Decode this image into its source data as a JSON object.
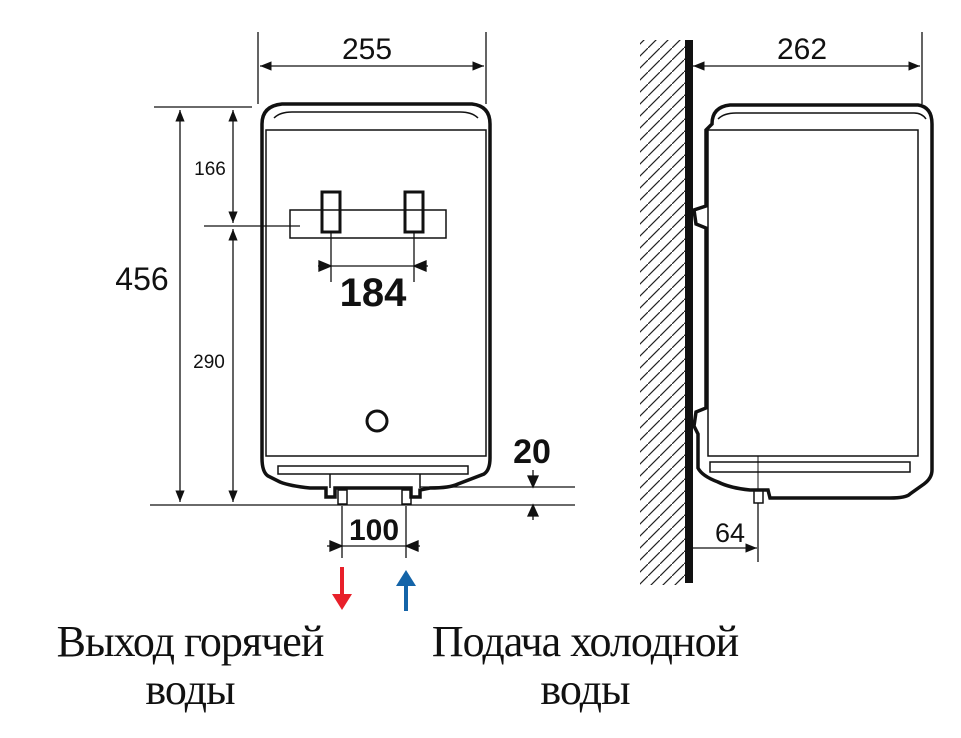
{
  "dimensions": {
    "width_front": "255",
    "width_side": "262",
    "total_height": "456",
    "top_to_mount": "166",
    "mount_to_bottom": "290",
    "mount_spacing": "184",
    "pipe_length": "20",
    "pipe_spacing": "100",
    "wall_to_pipe": "64"
  },
  "labels": {
    "hot_line1": "Выход горячей",
    "hot_line2": "воды",
    "cold_line1": "Подача холодной",
    "cold_line2": "воды"
  },
  "colors": {
    "hot_arrow": "#e8202a",
    "cold_arrow": "#1464a8",
    "line": "#111111"
  }
}
